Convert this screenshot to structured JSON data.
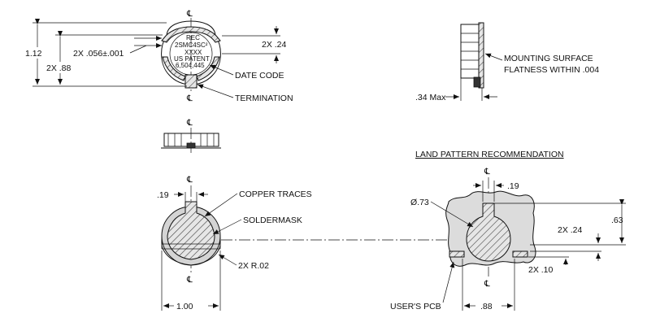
{
  "centerline_symbol": "℄",
  "top_view": {
    "dim_height": "1.12",
    "dim_contact": "2X .88",
    "dim_width": "2X .056±.001",
    "dim_pad": "2X .24",
    "label_date_code": "DATE CODE",
    "label_termination": "TERMINATION",
    "marking_lines": [
      "REC",
      "2SMC4SC²",
      "XXXX",
      "US PATENT",
      "6,504,445"
    ]
  },
  "side_view": {
    "dim_max": ".34 Max",
    "note_line1": "MOUNTING SURFACE",
    "note_line2": "FLATNESS WITHIN .004"
  },
  "bottom_view": {
    "dim_trace": ".19",
    "label_copper": "COPPER TRACES",
    "label_soldermask": "SOLDERMASK",
    "dim_radius": "2X R.02",
    "dim_diameter": "1.00"
  },
  "land_pattern": {
    "title": "LAND PATTERN RECOMMENDATION",
    "dim_trace": ".19",
    "dim_diameter": "Ø.73",
    "dim_height": ".63",
    "dim_pad": "2X .24",
    "dim_gap": "2X .10",
    "label_pcb": "USER'S PCB",
    "dim_width": ".88"
  }
}
